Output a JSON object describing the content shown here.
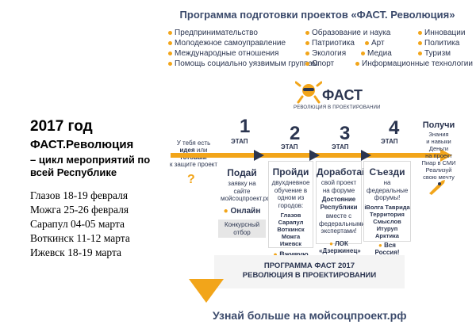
{
  "left": {
    "year": "2017 год",
    "brand": "ФАСТ.Революция",
    "subtitle": "– цикл мероприятий по всей Республике",
    "events": [
      "Глазов 18-19 февраля",
      "Можга 25-26 февраля",
      "Сарапул 04-05 марта",
      "Воткинск 11-12 марта",
      "Ижевск 18-19 марта"
    ]
  },
  "program": {
    "title": "Программа подготовки проектов «ФАСТ. Революция»",
    "topics": [
      "Предпринимательство",
      "Молодежное самоуправление",
      "Международные отношения",
      "Помощь социально уязвимым группам",
      "Образование и наука",
      "Патриотика",
      "Экология",
      "Спорт",
      "Арт",
      "Медиа",
      "Информационные технологии",
      "Инновации",
      "Политика",
      "Туризм"
    ]
  },
  "logo": {
    "name": "ФАСТ",
    "tagline": "РЕВОЛЮЦИЯ В ПРОЕКТИРОВАНИИ"
  },
  "intro": {
    "text1": "У тебя есть",
    "text2": "идея",
    "text3": "или",
    "text4": "готовый",
    "text5": "к защите проект",
    "question": "?"
  },
  "stages": [
    {
      "num": "1",
      "label": "ЭТАП",
      "head": "Подай",
      "text": "заявку на сайте мойсоцпроект.рф",
      "extra": "Онлайн",
      "note": "Конкурсный отбор"
    },
    {
      "num": "2",
      "label": "ЭТАП",
      "head": "Пройди",
      "text": "двухдневное обучение в одном из городов:",
      "cities1": "Глазов   Сарапул",
      "cities2": "Воткинск  Можга",
      "cities3": "Ижевск",
      "extra": "Вживую"
    },
    {
      "num": "3",
      "label": "ЭТАП",
      "head": "Доработай",
      "text": "свой проект на форуме",
      "text2": "Достояние Республики",
      "text3": "вместе с федеральными экспертами!",
      "extra": "ЛОК «Дзержинец»"
    },
    {
      "num": "4",
      "label": "ЭТАП",
      "head": "Съезди",
      "text": "на федеральные форумы!",
      "forums1": "iВолга  Таврида",
      "forums2": "Территория",
      "forums3": "Смыслов",
      "forums4": "Итуруп",
      "forums5": "Арктика",
      "extra": "Вся Россия!"
    }
  ],
  "result": {
    "head": "Получи",
    "lines": [
      "Знания",
      "и навыки",
      "Деньги",
      "на проект",
      "Пиар в СМИ",
      "Реализуй",
      "свою мечту"
    ]
  },
  "banner": {
    "line1": "ПРОГРАММА ФАСТ 2017",
    "line2": "РЕВОЛЮЦИЯ В ПРОЕКТИРОВАНИИ"
  },
  "site": "Узнай больше на мойсоцпроект.рф",
  "colors": {
    "accent": "#f2a51a",
    "text": "#2b3550"
  }
}
